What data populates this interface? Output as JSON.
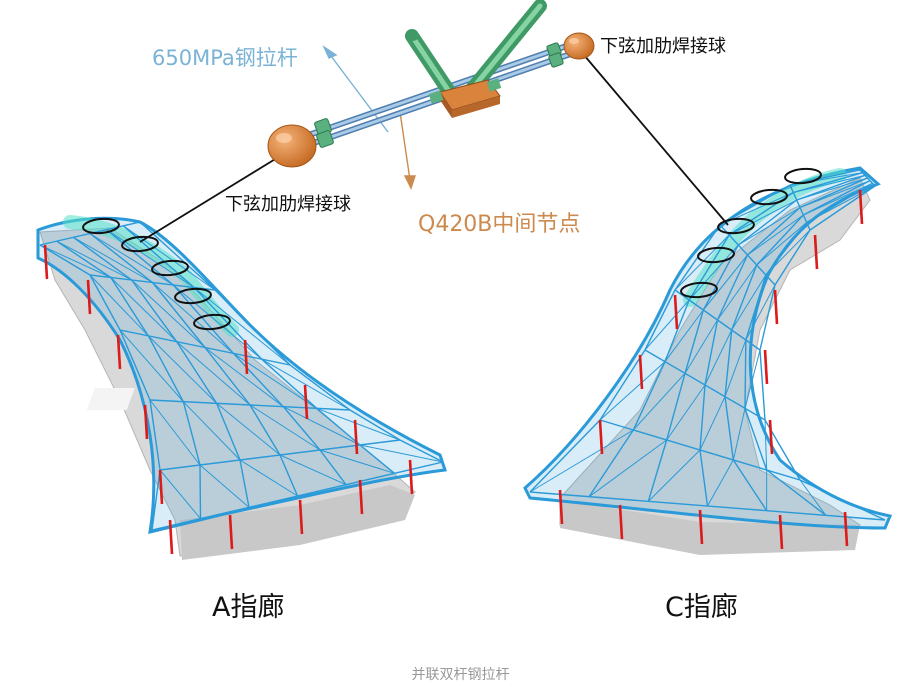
{
  "labels": {
    "rod": "650MPa钢拉杆",
    "ball_right": "下弦加肋焊接球",
    "ball_left": "下弦加肋焊接球",
    "middle_node": "Q420B中间节点",
    "corridor_a": "A指廊",
    "corridor_c": "C指廊"
  },
  "caption": "并联双杆钢拉杆",
  "colors": {
    "rod_label": "#7ab3d6",
    "node_label": "#cc8a4e",
    "text_dark": "#111111",
    "caption": "#999999",
    "truss": "#2a9ad8",
    "truss_highlight": "#56e0c8",
    "column": "#dd1a1a",
    "slab": "#d4d4d4",
    "ball": "#e08a42",
    "pipe": "#5ab07e",
    "node_plate": "#d9833c"
  }
}
